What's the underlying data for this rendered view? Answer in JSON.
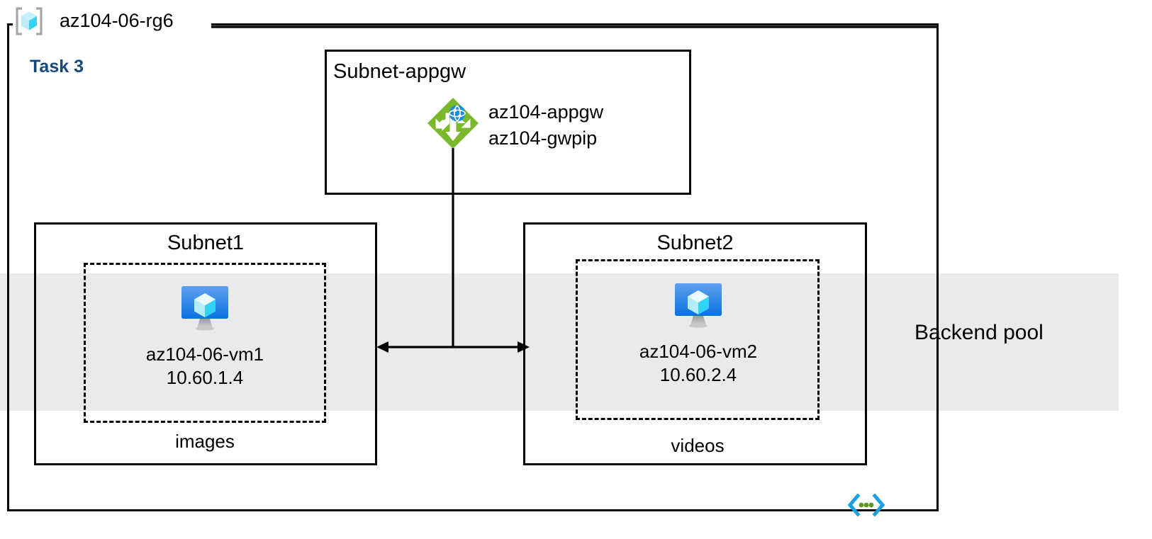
{
  "diagram": {
    "title": "az104-06-rg6",
    "task_label": "Task 3",
    "resource_group_icon": "resource-group-icon",
    "vnet_icon": "virtual-network-icon"
  },
  "backend_pool": {
    "label": "Backend pool",
    "band_color": "#eaeaea"
  },
  "subnets": [
    {
      "name": "Subnet-appgw",
      "title_align": "left",
      "node": {
        "icon": "application-gateway-icon",
        "lines": [
          "az104-appgw",
          "az104-gwpip"
        ]
      }
    },
    {
      "name": "Subnet1",
      "title_align": "center",
      "dashed_caption": "images",
      "vm": {
        "icon": "virtual-machine-icon",
        "name": "az104-06-vm1",
        "ip": "10.60.1.4"
      }
    },
    {
      "name": "Subnet2",
      "title_align": "center",
      "dashed_caption": "videos",
      "vm": {
        "icon": "virtual-machine-icon",
        "name": "az104-06-vm2",
        "ip": "10.60.2.4"
      }
    }
  ],
  "colors": {
    "task_text": "#14477d",
    "appgw_green": "#7ab929",
    "appgw_globe_blue": "#1b8bde",
    "vm_monitor_blue": "#2f8ae8",
    "rg_cube_cyan": "#50e6ff",
    "vnet_bracket_cyan": "#1ba1e2",
    "vnet_dot_green": "#5e9624",
    "line_black": "#000000"
  }
}
